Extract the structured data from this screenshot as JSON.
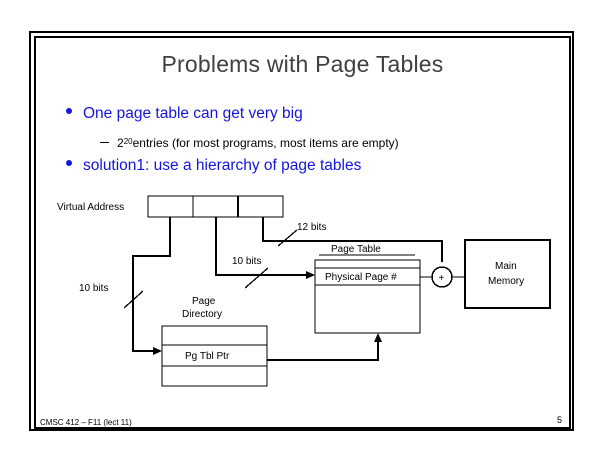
{
  "slide": {
    "title": "Problems with Page Tables",
    "accent_color": "#1414e0",
    "title_color": "#404040",
    "bullets": [
      {
        "text": "One page table can get very big"
      },
      {
        "text": "solution1: use a hierarchy of page tables"
      }
    ],
    "subbullets": [
      {
        "prefix": "2",
        "exponent": "20",
        "rest": " entries (for most programs, most items are empty)"
      }
    ],
    "footer": {
      "left": "CMSC 412 – F11  (lect 11)",
      "page_number": "5"
    }
  },
  "diagram": {
    "labels": {
      "virtual_address": "Virtual Address",
      "bits_low": "10 bits",
      "bits_mid": "10 bits",
      "bits_offset": "12 bits",
      "page_directory_line1": "Page",
      "page_directory_line2": "Directory",
      "page_directory_entry": "Pg Tbl Ptr",
      "page_table_title": "Page Table",
      "page_table_entry": "Physical Page #",
      "adder": "+",
      "main_memory_line1": "Main",
      "main_memory_line2": "Memory"
    }
  }
}
